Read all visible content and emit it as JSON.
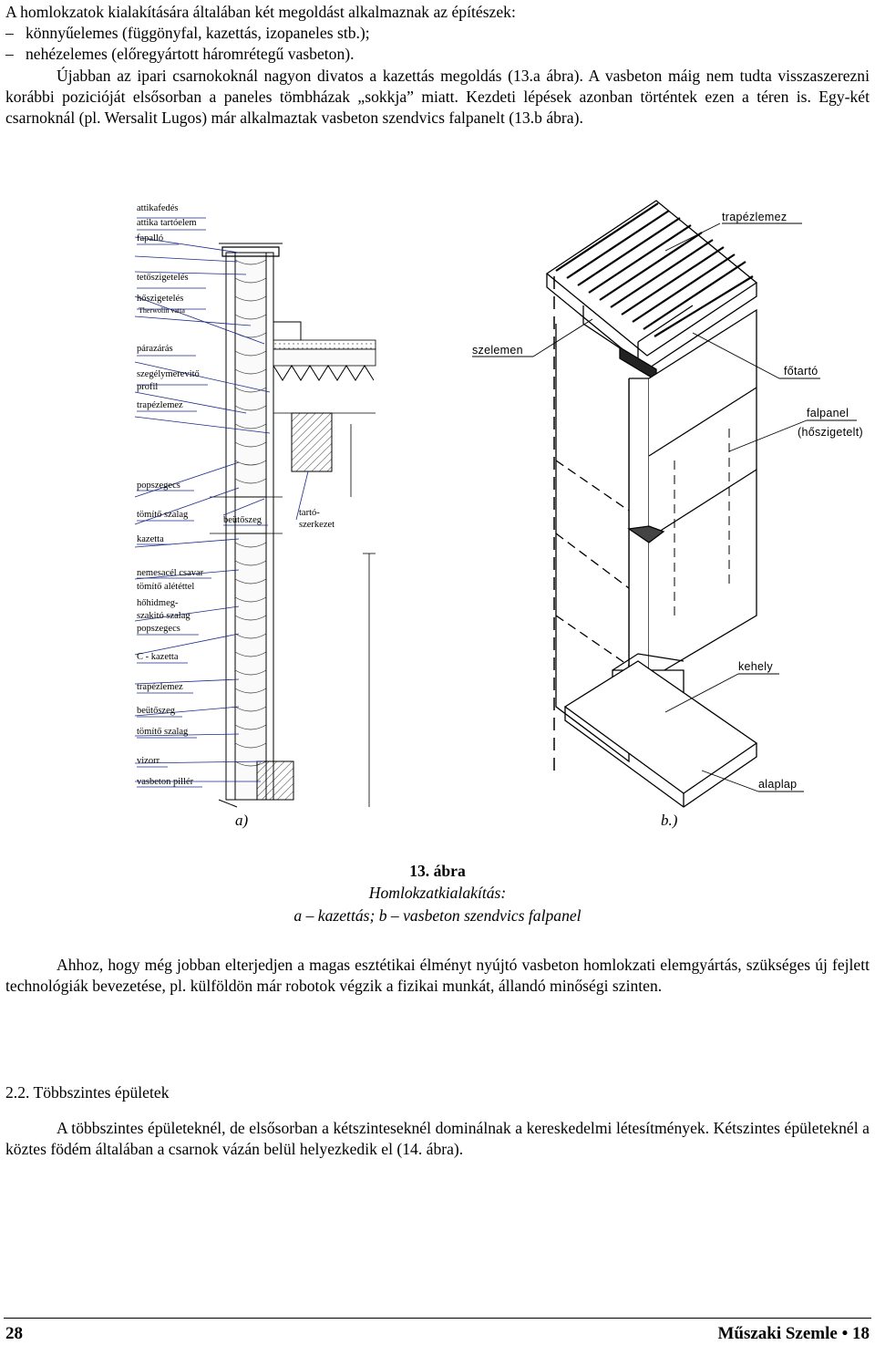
{
  "intro": {
    "line1": "A homlokzatok kialakítására általában két megoldást alkalmaznak az építészek:",
    "dash1": "könnyűelemes (függönyfal, kazettás, izopaneles stb.);",
    "dash2": "nehézelemes (előregyártott háromrétegű vasbeton).",
    "para": "Újabban az ipari csarnokoknál nagyon divatos a kazettás megoldás (13.a ábra). A vasbeton máig nem tudta visszaszerezni korábbi pozicióját elsősorban a paneles tömbházak „sokkja” miatt. Kezdeti lépések azonban történtek ezen a téren is. Egy-két csarnoknál (pl. Wersalit Lugos) már alkalmaztak vasbeton szendvics falpanelt (13.b ábra)."
  },
  "figure_a": {
    "labels": [
      "attikafedés",
      "attika tartóelem",
      "fapalló",
      "tetőszigetelés",
      "hőszigetelés",
      "Therwolin vatta",
      "párazárás",
      "szegélymerevitő",
      "profil",
      "trapézlemez",
      "popszegecs",
      "tömítő szalag",
      "beütőszeg",
      "tartó-",
      "szerkezet",
      "kazetta",
      "nemesacél csavar",
      "tömítő alététtel",
      "hőhidmeg-",
      "szakitó szalag",
      "popszegecs",
      "C - kazetta",
      "trapézlemez",
      "beütőszeg",
      "tömítő szalag",
      "vizorr",
      "vasbeton pillér"
    ],
    "sublabel": "a)"
  },
  "figure_b": {
    "labels": [
      "trapézlemez",
      "szelemen",
      "főtartó",
      "falpanel",
      "(hőszigetelt)",
      "kehely",
      "alaplap"
    ],
    "sublabel": "b.)"
  },
  "caption": {
    "number": "13. ábra",
    "title": "Homlokzatkialakítás:",
    "subtitle": "a – kazettás; b – vasbeton szendvics falpanel"
  },
  "para2": "Ahhoz, hogy még jobban elterjedjen a magas esztétikai élményt nyújtó vasbeton homlokzati elemgyártás, szükséges új fejlett technológiák bevezetése, pl. külföldön már robotok végzik a fizikai munkát, állandó minőségi szinten.",
  "section": {
    "heading": "2.2. Többszintes épületek",
    "para": "A többszintes épületeknél, de elsősorban a kétszinteseknél dominálnak a kereskedelmi létesítmények. Kétszintes épületeknél a köztes födém általában a csarnok vázán belül helyezkedik el (14. ábra)."
  },
  "footer": {
    "page_number": "28",
    "journal": "Műszaki Szemle",
    "bullet": "•",
    "issue": "18"
  }
}
